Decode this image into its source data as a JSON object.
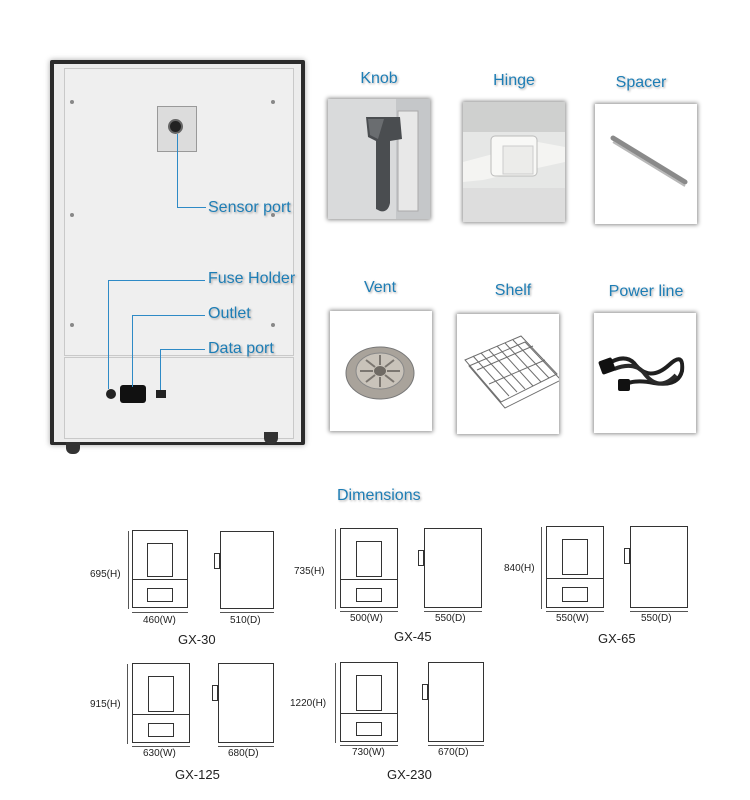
{
  "callouts": {
    "sensor_port": "Sensor port",
    "fuse_holder": "Fuse Holder",
    "outlet": "Outlet",
    "data_port": "Data port"
  },
  "accessories": [
    {
      "label": "Knob"
    },
    {
      "label": "Hinge"
    },
    {
      "label": "Spacer"
    },
    {
      "label": "Vent"
    },
    {
      "label": "Shelf"
    },
    {
      "label": "Power line"
    }
  ],
  "dimensions": {
    "title": "Dimensions",
    "models": [
      {
        "name": "GX-30",
        "height": "695(H)",
        "width": "460(W)",
        "depth": "510(D)"
      },
      {
        "name": "GX-45",
        "height": "735(H)",
        "width": "500(W)",
        "depth": "550(D)"
      },
      {
        "name": "GX-65",
        "height": "840(H)",
        "width": "550(W)",
        "depth": "550(D)"
      },
      {
        "name": "GX-125",
        "height": "915(H)",
        "width": "630(W)",
        "depth": "680(D)"
      },
      {
        "name": "GX-230",
        "height": "1220(H)",
        "width": "730(W)",
        "depth": "670(D)"
      }
    ]
  },
  "colors": {
    "accent": "#1d7db5",
    "callout_line": "#2e8ac6"
  }
}
